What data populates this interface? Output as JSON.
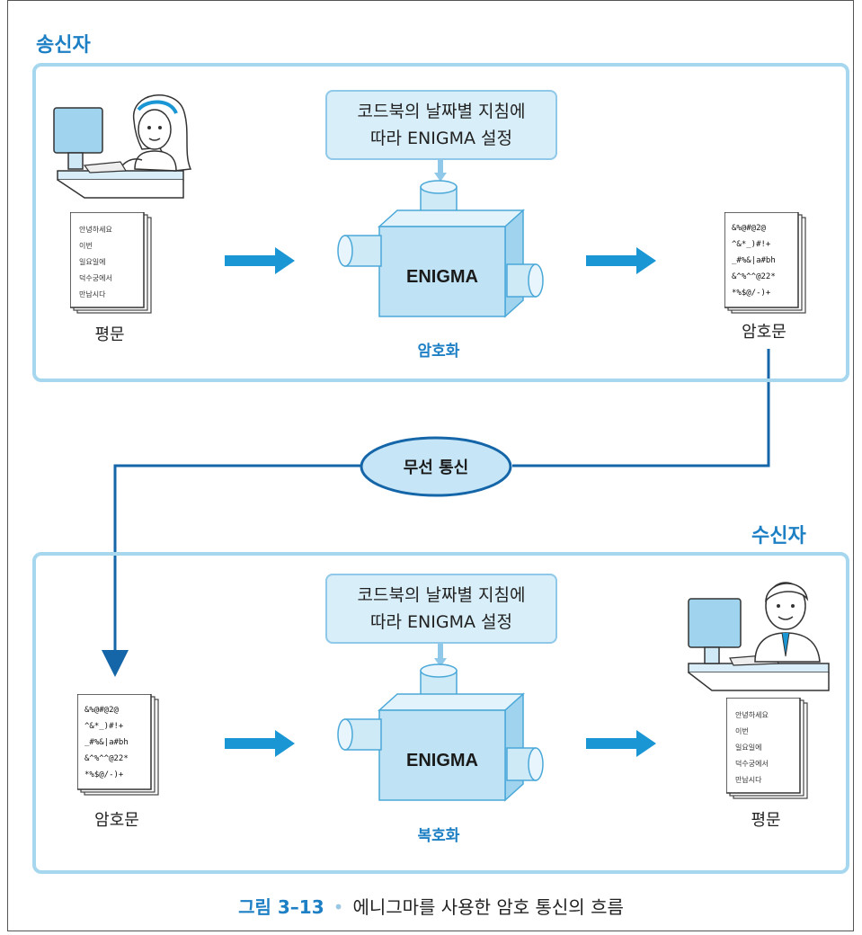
{
  "sender": {
    "heading": "송신자",
    "note": [
      "코드북의 날짜별 지침에",
      "따라 ENIGMA 설정"
    ],
    "machine_label": "ENIGMA",
    "input_label": "평문",
    "output_label": "암호문",
    "action": "암호화",
    "plaintext_lines": [
      "안녕하세요",
      "이번",
      "일요일에",
      "덕수궁에서",
      "만납시다"
    ],
    "ciphertext_lines": [
      "&%@#@2@",
      "^&*_)#!+",
      "_#%&|a#bh",
      "&^%^^@22*",
      "*%$@/-)+"
    ]
  },
  "channel": {
    "label": "무선 통신"
  },
  "receiver": {
    "heading": "수신자",
    "note": [
      "코드북의 날짜별 지침에",
      "따라 ENIGMA 설정"
    ],
    "machine_label": "ENIGMA",
    "input_label": "암호문",
    "output_label": "평문",
    "action": "복호화"
  },
  "caption": {
    "figure": "그림 3–13",
    "text": "에니그마를 사용한 암호 통신의 흐름"
  },
  "colors": {
    "accent": "#1d7fc4",
    "panel_border": "#a6d7ef",
    "note_fill": "#d8eef9",
    "arrow": "#1a96d4",
    "cube": "#bfe3f5",
    "line": "#1566a8"
  }
}
